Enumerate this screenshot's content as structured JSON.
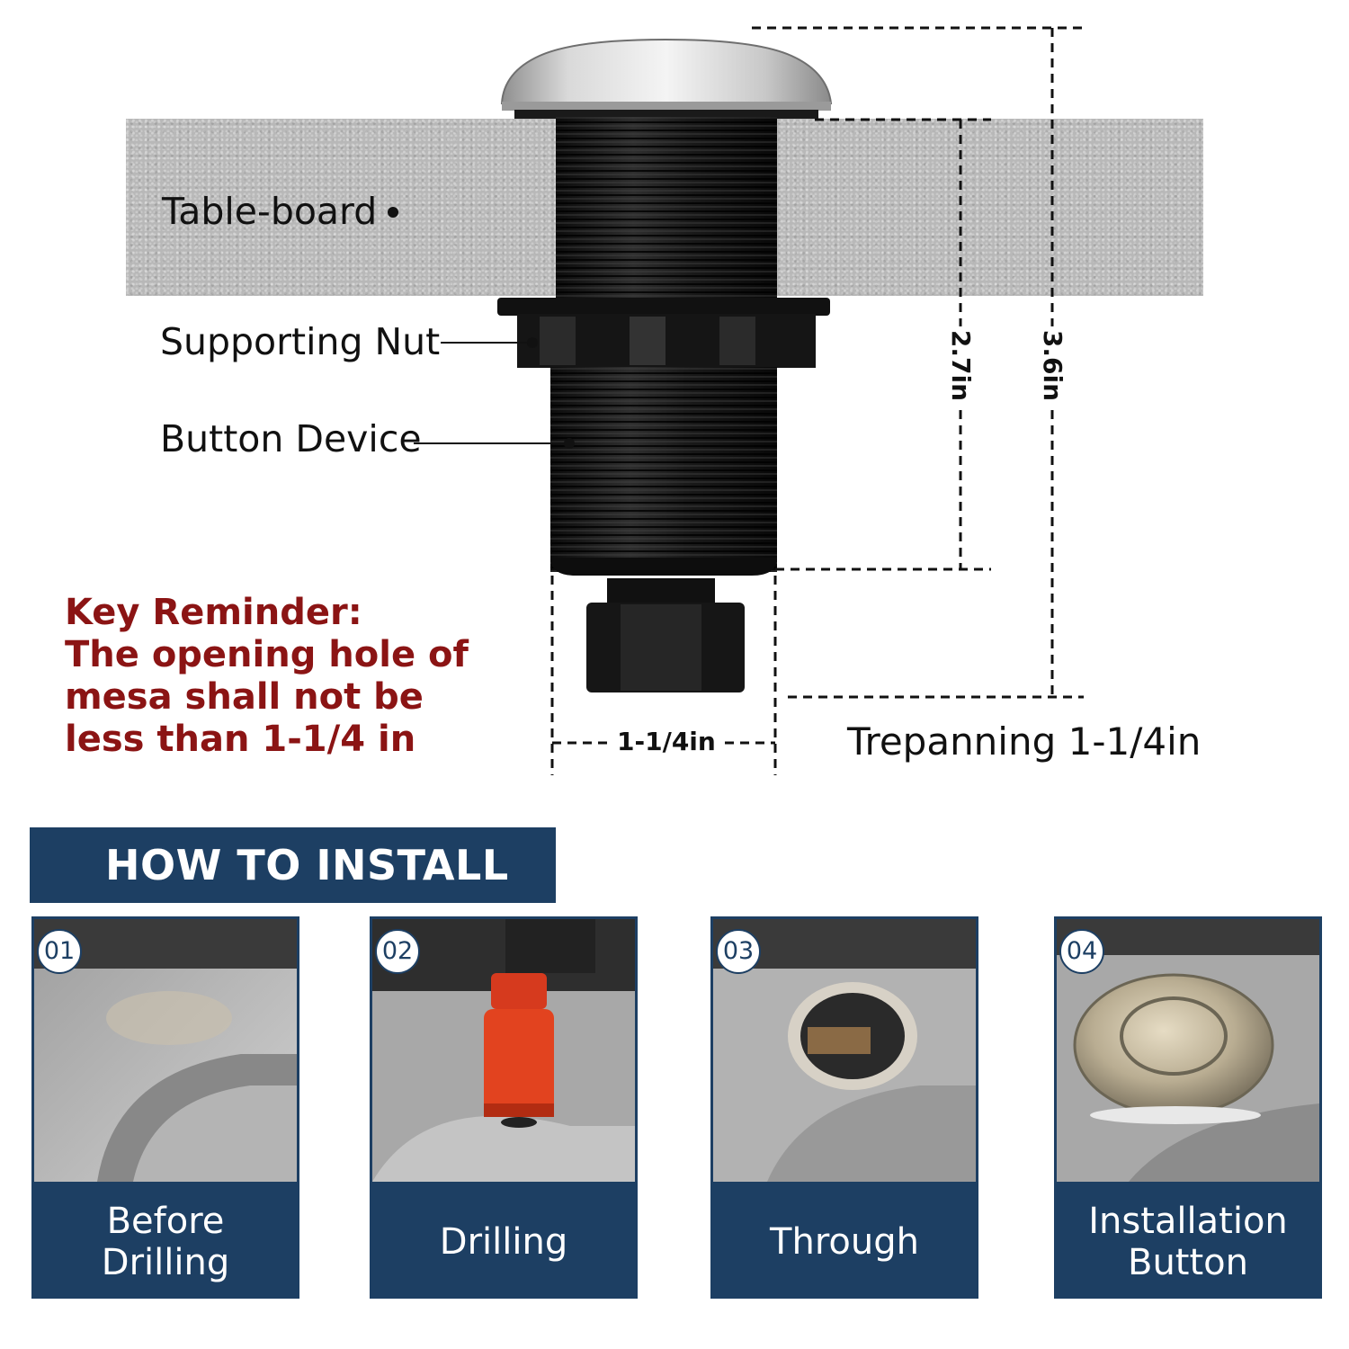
{
  "diagram": {
    "labels": {
      "table_board": "Table-board",
      "supporting_nut": "Supporting Nut",
      "button_device": "Button Device"
    },
    "dimensions": {
      "inner_height": "2.7in",
      "total_height": "3.6in",
      "diameter": "1-1/4in",
      "trepanning": "Trepanning 1-1/4in"
    },
    "reminder": {
      "line1": "Key Reminder:",
      "line2": "The opening hole of",
      "line3": "mesa shall not be",
      "line4": "less than 1-1/4 in"
    },
    "colors": {
      "reminder": "#8b1414",
      "banner": "#1d3f63"
    }
  },
  "install": {
    "title": "HOW TO INSTALL",
    "steps": [
      {
        "number": "01",
        "caption_line1": "Before",
        "caption_line2": "Drilling"
      },
      {
        "number": "02",
        "caption_line1": "Drilling",
        "caption_line2": ""
      },
      {
        "number": "03",
        "caption_line1": "Through",
        "caption_line2": ""
      },
      {
        "number": "04",
        "caption_line1": "Installation",
        "caption_line2": "Button"
      }
    ]
  }
}
